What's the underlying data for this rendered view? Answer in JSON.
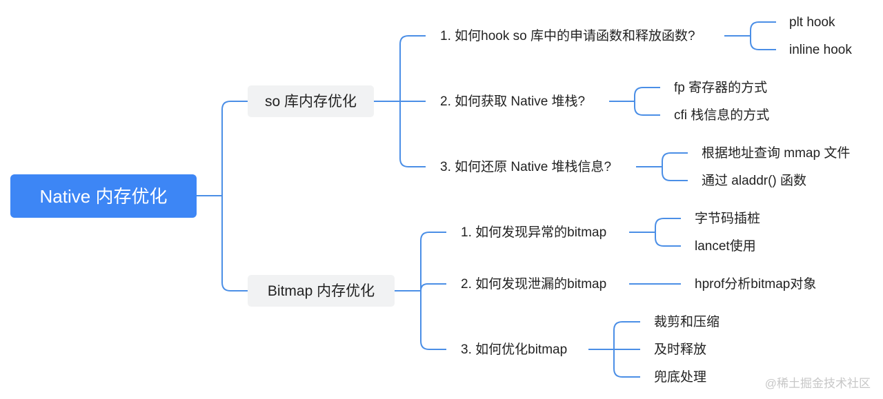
{
  "mindmap": {
    "root": "Native 内存优化",
    "branches": [
      {
        "label": "so 库内存优化",
        "questions": [
          {
            "label": "1. 如何hook so 库中的申请函数和释放函数?",
            "answers": [
              "plt hook",
              "inline hook"
            ]
          },
          {
            "label": "2. 如何获取 Native 堆栈?",
            "answers": [
              "fp 寄存器的方式",
              "cfi 栈信息的方式"
            ]
          },
          {
            "label": "3. 如何还原 Native 堆栈信息?",
            "answers": [
              "根据地址查询 mmap 文件",
              "通过 aladdr() 函数"
            ]
          }
        ]
      },
      {
        "label": "Bitmap 内存优化",
        "questions": [
          {
            "label": "1. 如何发现异常的bitmap",
            "answers": [
              "字节码插桩",
              "lancet使用"
            ]
          },
          {
            "label": "2. 如何发现泄漏的bitmap",
            "answers": [
              "hprof分析bitmap对象"
            ]
          },
          {
            "label": "3. 如何优化bitmap",
            "answers": [
              "裁剪和压缩",
              "及时释放",
              "兜底处理"
            ]
          }
        ]
      }
    ]
  },
  "watermark": "@稀土掘金技术社区",
  "colors": {
    "accent": "#3d86f5",
    "connector": "#4a8ee6",
    "node_bg": "#f1f2f3"
  }
}
